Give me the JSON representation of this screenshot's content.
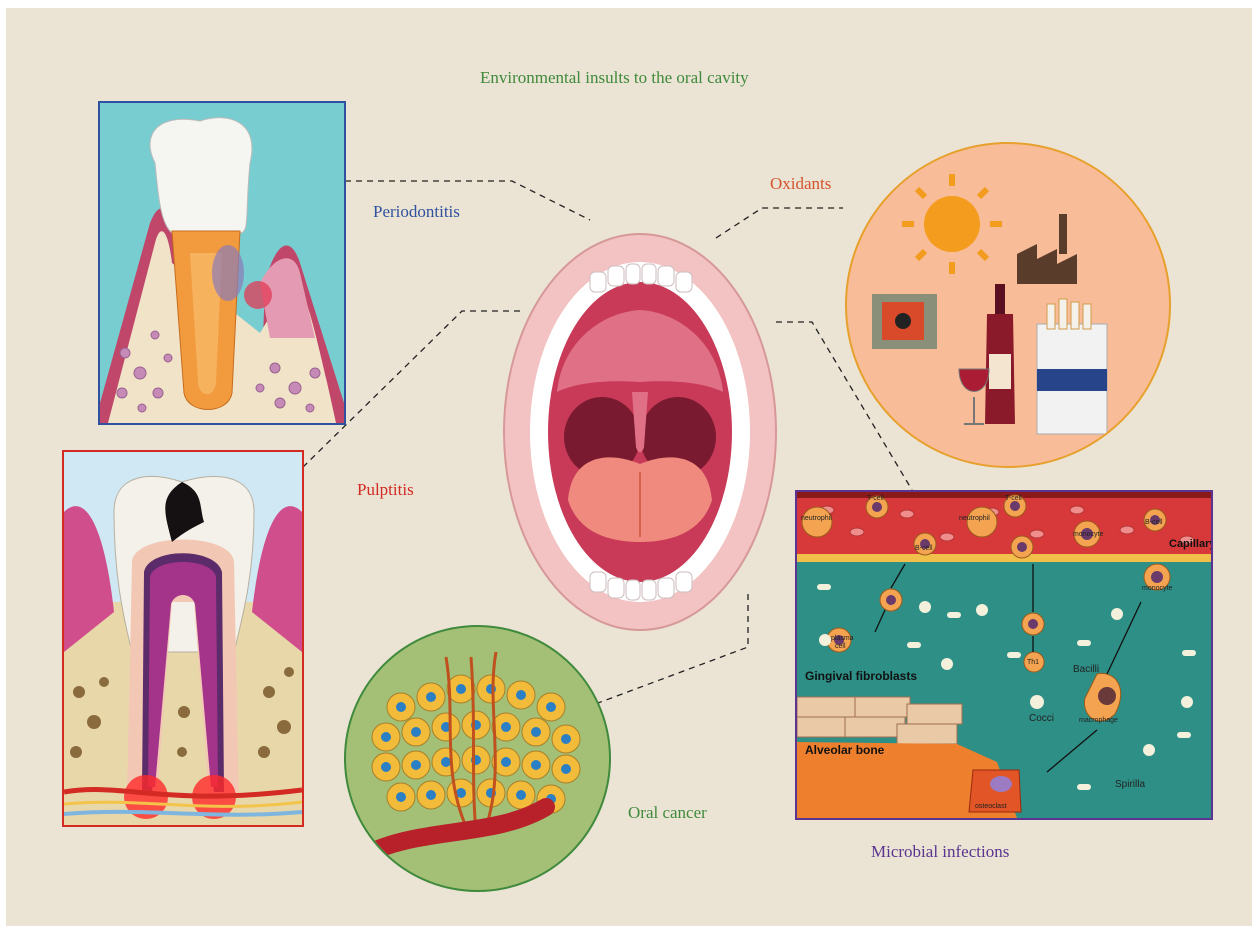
{
  "title": "Environmental insults to the oral cavity",
  "labels": {
    "periodontitis": "Periodontitis",
    "oxidants": "Oxidants",
    "pulptitis": "Pulptitis",
    "oral_cancer": "Oral cancer",
    "microbial_infections": "Microbial infections"
  },
  "microbial_panel": {
    "capillary": "Capillary",
    "neutrophil": "neutrophil",
    "t_cell": "T-cell",
    "b_cell": "B-cell",
    "monocyte": "monocyte",
    "plasma_cell_line1": "plasma",
    "plasma_cell_line2": "cell",
    "th1": "Th1",
    "gingival_fibroblasts": "Gingival fibroblasts",
    "alveolar_bone": "Alveolar bone",
    "bacilli": "Bacilli",
    "cocci": "Cocci",
    "macrophage": "macrophage",
    "spirilla": "Spirilla",
    "osteoclast": "osteoclast"
  },
  "colors": {
    "background": "#ebe3d3",
    "title": "#3f8a3c",
    "periodontitis": "#2f52a0",
    "oxidants": "#d4542e",
    "pulptitis": "#d42a24",
    "oral_cancer": "#3f8a3c",
    "microbial_infections": "#5a3490"
  }
}
